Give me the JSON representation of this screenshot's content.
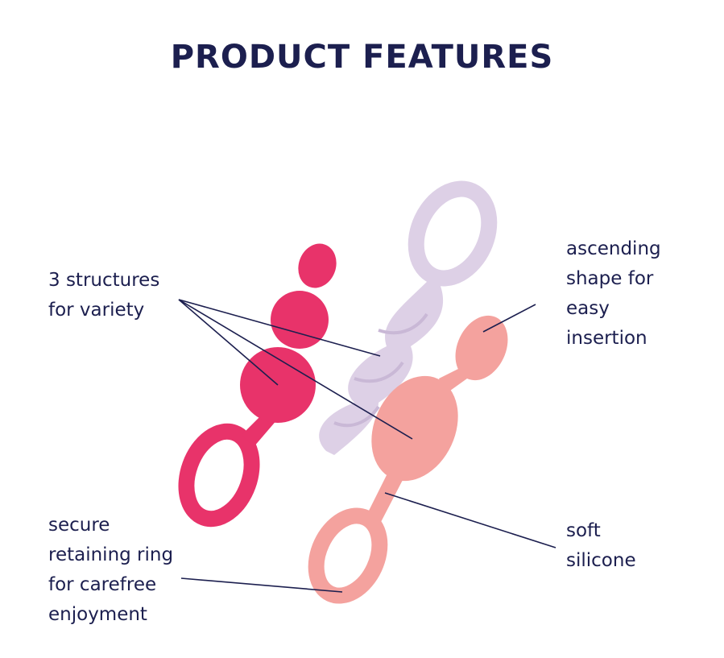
{
  "title": "PRODUCT FEATURES",
  "features": [
    {
      "text": "3 structures\nfor variety"
    },
    {
      "text": "ascending\nshape for\neasy\ninsertion"
    },
    {
      "text": "soft\nsilicone"
    },
    {
      "text": "secure\nretaining ring\nfor carefree\nenjoyment"
    }
  ],
  "colors": {
    "text": "#1c1f4f",
    "pink": "#e8336a",
    "lavender": "#ddd0e6",
    "coral": "#f4a29e"
  }
}
